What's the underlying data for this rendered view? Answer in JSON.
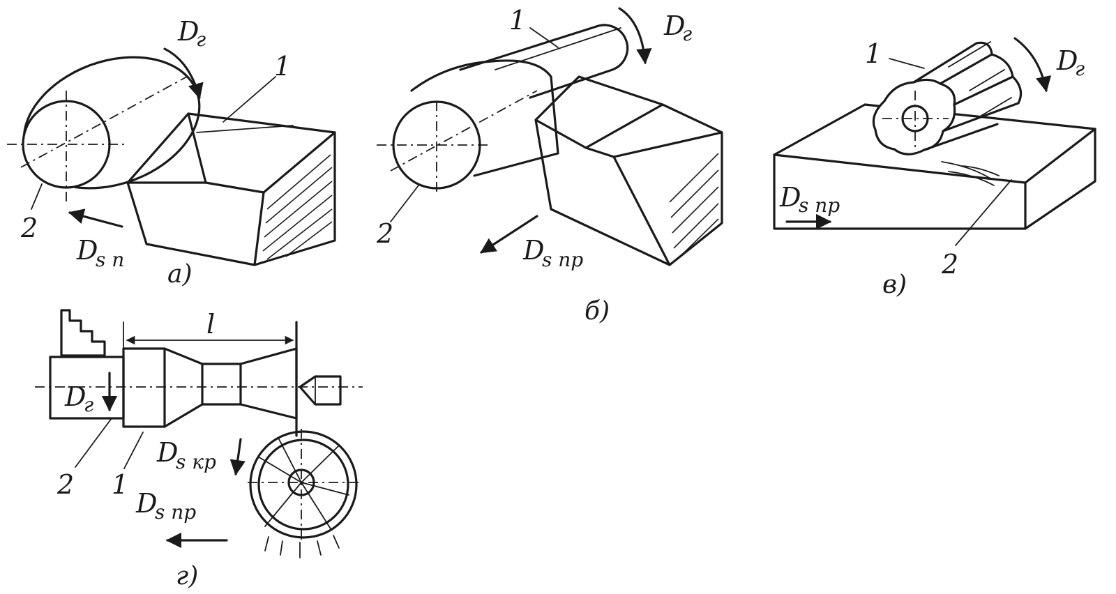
{
  "figures": {
    "a": {
      "caption": "а)",
      "rotation_label": "D",
      "rotation_sub": "г",
      "feed_label": "D",
      "feed_sub": "s п",
      "tool_number": "1",
      "workpiece_number": "2"
    },
    "b": {
      "caption": "б)",
      "rotation_label": "D",
      "rotation_sub": "г",
      "feed_label": "D",
      "feed_sub": "s пр",
      "tool_number": "1",
      "workpiece_number": "2"
    },
    "v": {
      "caption": "в)",
      "rotation_label": "D",
      "rotation_sub": "г",
      "feed_label": "D",
      "feed_sub": "s пр",
      "tool_number": "1",
      "workpiece_number": "2"
    },
    "g": {
      "caption": "г)",
      "length_label": "l",
      "rotation_label": "D",
      "rotation_sub": "г",
      "radial_feed_label": "D",
      "radial_feed_sub": "s кр",
      "long_feed_label": "D",
      "long_feed_sub": "s пр",
      "workpiece_number": "2",
      "tool_number": "1"
    }
  },
  "colors": {
    "ink": "#1a1a1a",
    "paper": "#ffffff"
  }
}
